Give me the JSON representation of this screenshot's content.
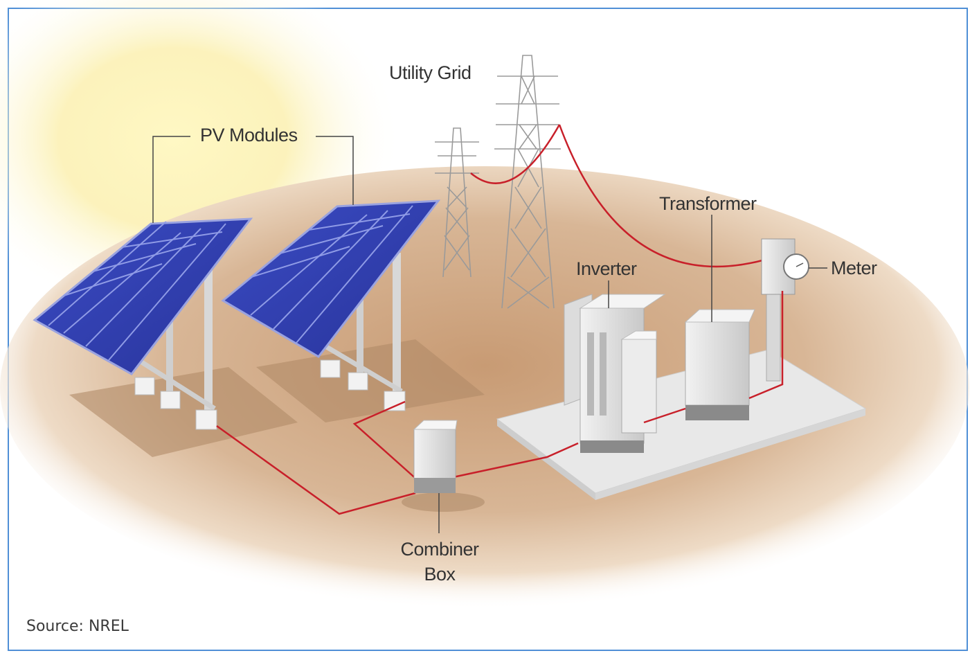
{
  "labels": {
    "pv_modules": "PV Modules",
    "utility_grid": "Utility Grid",
    "transformer": "Transformer",
    "inverter": "Inverter",
    "meter": "Meter",
    "combiner_box_line1": "Combiner",
    "combiner_box_line2": "Box"
  },
  "source": "Source: NREL",
  "colors": {
    "frame_border": "#4f8fd6",
    "panel_blue": "#2f3fae",
    "wire_red": "#c8202a",
    "ground": "#c9a07a",
    "sun_glow": "#f8efa8"
  },
  "icons": [
    "solar-panel-icon",
    "transmission-tower-icon",
    "inverter-icon",
    "transformer-icon",
    "meter-icon",
    "combiner-box-icon"
  ]
}
